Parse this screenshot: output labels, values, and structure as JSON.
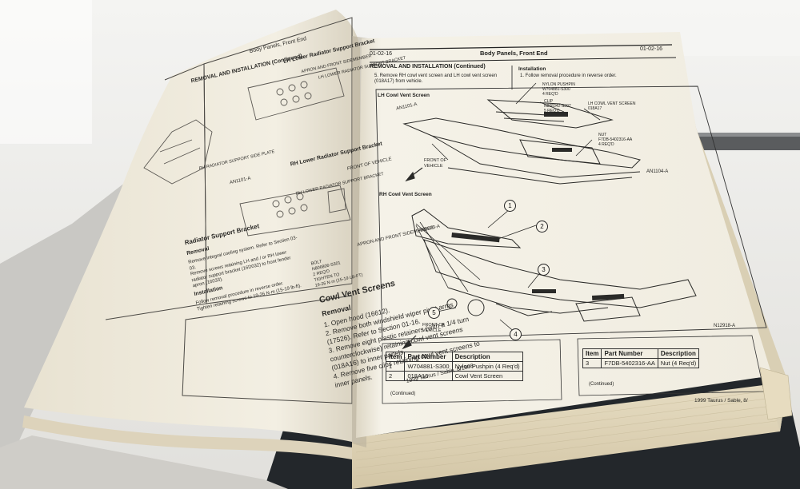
{
  "left_page": {
    "header_title": "Body Panels, Front End",
    "section_title": "REMOVAL AND INSTALLATION (Continued)",
    "lh_lower_radiator_support_bracket": "LH Lower Radiator Support Bracket",
    "callout_apron_front_sidemember": "APRON AND FRONT SIDEMEMBER",
    "callout_lh_lower_radiator_support": "LH LOWER RADIATOR SUPPORT BRACKET",
    "callout_radiator_support_side_plate": "RH RADIATOR SUPPORT SIDE PLATE",
    "figure_id_1": "AN1101-A",
    "figure_id_2": "AN0823-A",
    "rh_lower_radiator_support_bracket": "RH Lower Radiator Support Bracket",
    "front_of_vehicle": "FRONT OF VEHICLE",
    "rh_lower_radiator_support_callout": "RH LOWER RADIATOR SUPPORT BRACKET",
    "apron_front_sidemember_callout": "APRON AND FRONT SIDEMEMBER",
    "bolt_callout": [
      "BOLT",
      "N806806-S301",
      "2 REQ'D",
      "TIGHTEN TO",
      "19-26 N·m (15-19 LB-FT)"
    ],
    "radiator_support_bracket_heading": "Radiator Support Bracket",
    "removal_heading": "Removal",
    "removal_steps": [
      "Remove integral cooling system. Refer to Section 03-03.",
      "Remove screws retaining LH and / or RH lower radiator support bracket (16D032) to front fender apron (16033)."
    ],
    "installation_heading": "Installation",
    "installation_steps": [
      "Follow removal procedure in reverse order.",
      "Tighten retaining screws to 19-26 N·m (15-19 lb-ft)."
    ],
    "cowl_vent_screens_heading": "Cowl Vent Screens",
    "cowl_removal_heading": "Removal",
    "cowl_removal_steps": [
      "1. Open hood (16612).",
      "2. Remove both windshield wiper pivot arms (17526). Refer to Section 01-16.",
      "3. Remove eight plastic retainers (with a 1/4 turn counterclockwise) retaining cowl vent screens (018A16) to inner panels.",
      "4. Remove five clips retaining cowl vent screens to inner panels."
    ],
    "footer": "1999 Taurus / Sable, 8/1998"
  },
  "right_page": {
    "header_left": "01-02-16",
    "header_title": "Body Panels, Front End",
    "header_right": "01-02-16",
    "section_title": "REMOVAL AND INSTALLATION (Continued)",
    "step5": "5.   Remove RH cowl vent screen and LH cowl vent screen (018A17) from vehicle.",
    "installation_heading": "Installation",
    "installation_step1": "1.   Follow removal procedure in reverse order.",
    "lh_cowl_vent_screen": "LH Cowl Vent Screen",
    "lh_callouts": {
      "nylon_pushpin": [
        "NYLON PUSHPIN",
        "W704881-S300",
        "4 REQ'D"
      ],
      "clip": [
        "CLIP",
        "N808342-S307",
        "5 REQ'D"
      ],
      "lh_cowl_vent_screen": [
        "LH COWL VENT SCREEN",
        "018A17"
      ],
      "nut": [
        "NUT",
        "F7DB-5402316-AA",
        "4 REQ'D"
      ],
      "front_of_vehicle": "FRONT OF VEHICLE"
    },
    "figure_id_1": "AN1104-A",
    "rh_cowl_vent_screen": "RH Cowl Vent Screen",
    "callout_numbers": [
      "1",
      "2",
      "3",
      "4",
      "5"
    ],
    "front_of_vehicle_2": "FRONT OF VEHICLE",
    "figure_id_2": "N12918-A",
    "table_headers": [
      "Item",
      "Part Number",
      "Description"
    ],
    "table_left_rows": [
      [
        "1",
        "W704881-S300",
        "Nylon Pushpin (4 Req'd)"
      ],
      [
        "2",
        "018A16",
        "Cowl Vent Screen"
      ]
    ],
    "table_right_rows": [
      [
        "3",
        "F7DB-5402316-AA",
        "Nut (4 Req'd)"
      ]
    ],
    "continued_left": "(Continued)",
    "continued_right": "(Continued)",
    "footer": "1999 Taurus / Sable, 8/"
  },
  "colors": {
    "background": "#e9e8e4",
    "page": "#f3efe3",
    "page_edges": "#d9cfb4",
    "book_cover": "#23272b"
  }
}
